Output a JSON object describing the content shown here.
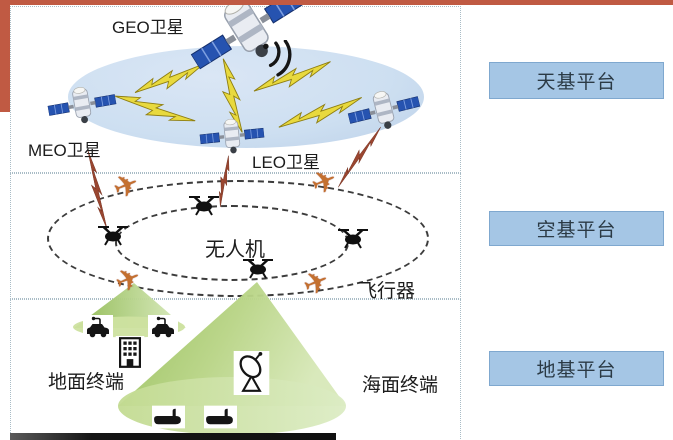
{
  "diagram": {
    "space": {
      "geo_label": "GEO卫星",
      "meo_label": "MEO卫星",
      "leo_label": "LEO卫星"
    },
    "air": {
      "uav_label": "无人机",
      "aircraft_label": "飞行器"
    },
    "ground": {
      "ground_terminal_label": "地面终端",
      "sea_terminal_label": "海面终端"
    }
  },
  "platforms": [
    {
      "id": "space",
      "label": "天基平台"
    },
    {
      "id": "air",
      "label": "空基平台"
    },
    {
      "id": "ground",
      "label": "地基平台"
    }
  ],
  "icons": {
    "plane_glyph": "✈",
    "geo_satellite": "satellite-icon",
    "meo_satellite": "satellite-icon",
    "leo_satellite": "satellite-icon",
    "relay_satellite": "satellite-icon",
    "signal_waves": "signal-waves-icon",
    "inter_satellite_link": "yellow-lightning-bolt",
    "downlink": "red-lightning-bolt",
    "drone": "quadcopter-icon",
    "comm_vehicle": "car-antenna-icon",
    "base_station": "building-icon",
    "satellite_dish": "dish-antenna-icon",
    "ship": "ship-icon"
  },
  "colors": {
    "accent_bar": "#c05a43",
    "platform_box_fill": "#a5c6e5",
    "platform_box_border": "#7fa8cf",
    "orbit_plane_fill": "#cddff1",
    "inter_satellite_link": "#e8d93e",
    "downlink_bolt": "#9a4630",
    "coverage_cone": "#a6c96c",
    "bottom_band": "#1f1f1f",
    "label_text": "#1c1c1c"
  }
}
